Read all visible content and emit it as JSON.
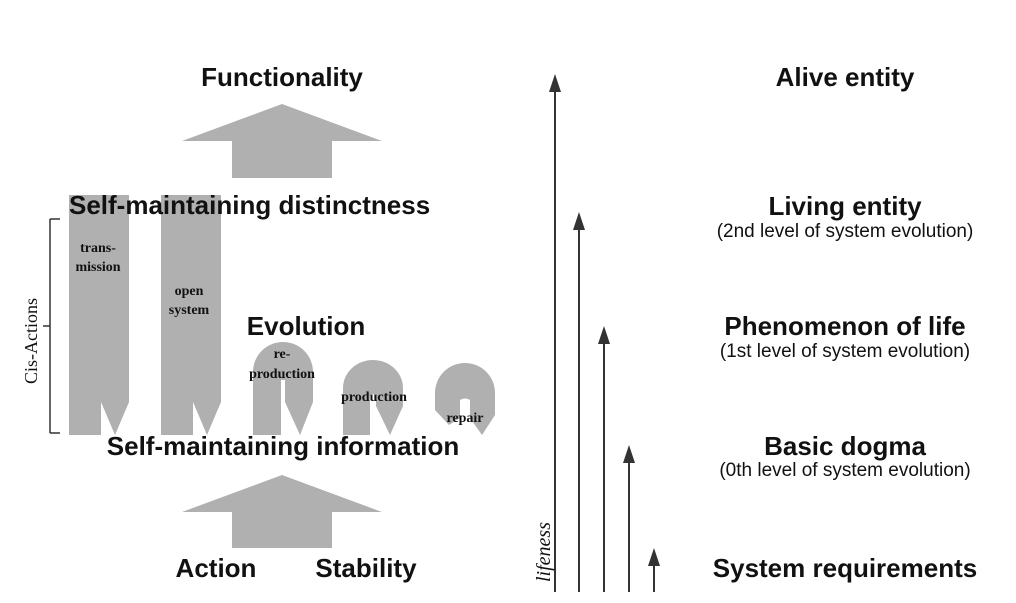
{
  "left": {
    "top_title": "Functionality",
    "distinctness": "Self-maintaining distinctness",
    "evolution": "Evolution",
    "information": "Self-maintaining information",
    "action": "Action",
    "stability": "Stability",
    "bracket_label": "Cis-Actions",
    "transmission_1": "trans-",
    "transmission_2": "mission",
    "open_system_1": "open",
    "open_system_2": "system",
    "reproduction_1": "re-",
    "reproduction_2": "production",
    "production": "production",
    "repair": "repair"
  },
  "axis_label": "lifeness",
  "levels": [
    {
      "title": "Alive entity",
      "subtitle": ""
    },
    {
      "title": "Living entity",
      "subtitle": "(2nd level of system evolution)"
    },
    {
      "title": "Phenomenon of life",
      "subtitle": "(1st level of system evolution)"
    },
    {
      "title": "Basic dogma",
      "subtitle": "(0th level of system evolution)"
    },
    {
      "title": "System requirements",
      "subtitle": ""
    }
  ],
  "colors": {
    "shape_fill": "#b0b0b0",
    "line": "#333333",
    "text": "#111111"
  }
}
